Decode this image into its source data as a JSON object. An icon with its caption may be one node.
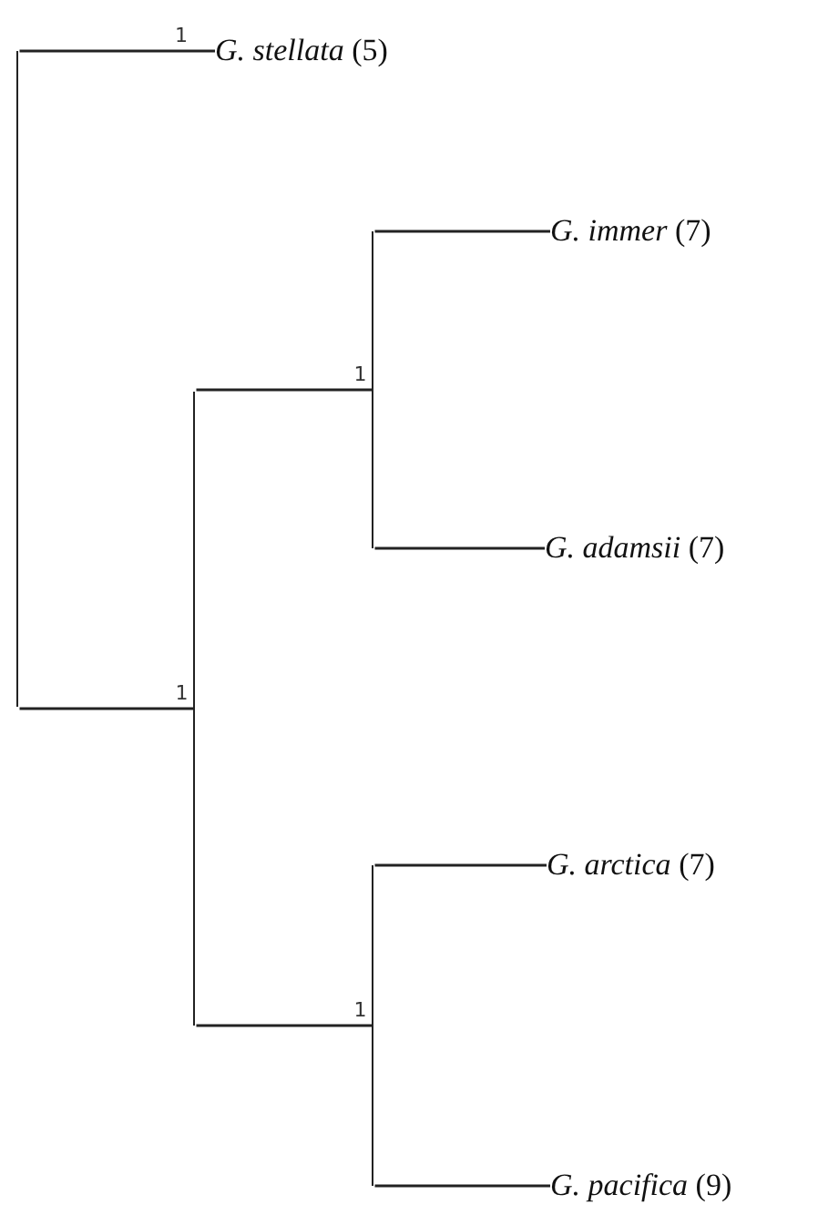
{
  "diagram": {
    "nodes": [
      {
        "text": [],
        "shape": "bar"
      },
      {
        "text": [
          "*G. stellata* (5)"
        ]
      },
      {
        "text": [],
        "shape": "bar"
      },
      {
        "text": [],
        "shape": "bar"
      },
      {
        "text": [
          "*G. immer* (7)"
        ]
      },
      {
        "text": [
          "*G. adamsii* (7)"
        ]
      },
      {
        "text": [],
        "shape": "bar"
      },
      {
        "text": [
          "*G. arctica* (7)"
        ]
      },
      {
        "text": [
          "*G. pacifica* (9)"
        ]
      }
    ],
    "edges": [
      {
        "from": 0,
        "to": 1,
        "arrow": "none",
        "label": "1"
      },
      {
        "from": 0,
        "to": 2,
        "arrow": "none",
        "label": "1"
      },
      {
        "from": 2,
        "to": 3,
        "arrow": "none",
        "label": "1"
      },
      {
        "from": 3,
        "to": 4,
        "arrow": "none"
      },
      {
        "from": 3,
        "to": 5,
        "arrow": "none"
      },
      {
        "from": 2,
        "to": 6,
        "arrow": "none",
        "label": "1"
      },
      {
        "from": 6,
        "to": 7,
        "arrow": "none"
      },
      {
        "from": 6,
        "to": 8,
        "arrow": "none"
      }
    ]
  }
}
